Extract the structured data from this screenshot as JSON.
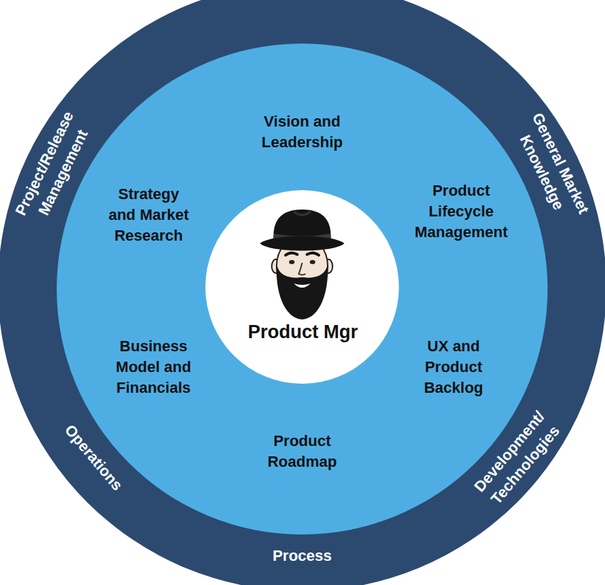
{
  "diagram": {
    "nodes": [
      {
        "text": [
          "Project/Release Management",
          "General Market Knowledge",
          "Development/ Technologies",
          "Process",
          "Operations"
        ]
      },
      {
        "text": [
          "Vision and Leadership",
          "Product Lifecycle Management",
          "UX and Product Backlog",
          "Product Roadmap",
          "Business Model and Financials",
          "Strategy and Market Research"
        ],
        "in": 0
      },
      {
        "text": [
          "Product Mgr"
        ],
        "in": 1
      }
    ]
  }
}
